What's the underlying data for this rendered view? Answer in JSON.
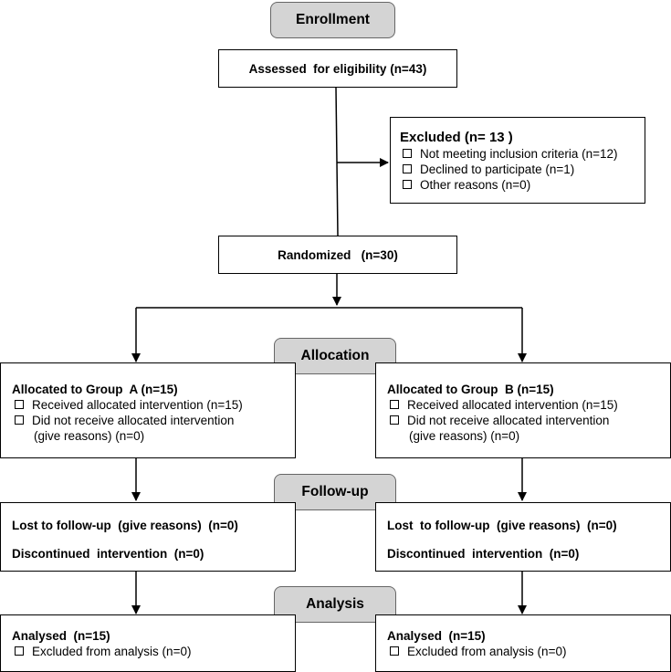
{
  "stages": {
    "enrollment": "Enrollment",
    "allocation": "Allocation",
    "follow_up": "Follow-up",
    "analysis": "Analysis"
  },
  "eligibility": "Assessed  for eligibility (n=43)",
  "excluded": {
    "title": "Excluded (n= 13 )",
    "items": [
      "Not meeting inclusion criteria (n=12)",
      "Declined to participate (n=1)",
      "Other reasons (n=0)"
    ]
  },
  "randomized": "Randomized   (n=30)",
  "group_a": {
    "allocated": "Allocated to Group  A (n=15)",
    "received": "Received allocated intervention (n=15)",
    "not_received": "Did not receive allocated intervention",
    "not_received_reason": "(give reasons) (n=0)",
    "lost": "Lost to follow-up  (give reasons)  (n=0)",
    "discontinued": "Discontinued  intervention  (n=0)",
    "analysed": "Analysed  (n=15)",
    "excluded_analysis": "Excluded from analysis (n=0)"
  },
  "group_b": {
    "allocated": "Allocated to Group  B (n=15)",
    "received": "Received allocated intervention (n=15)",
    "not_received": "Did not receive allocated intervention",
    "not_received_reason": "(give reasons) (n=0)",
    "lost": "Lost  to follow-up  (give reasons)  (n=0)",
    "discontinued": "Discontinued  intervention  (n=0)",
    "analysed": "Analysed  (n=15)",
    "excluded_analysis": "Excluded from analysis (n=0)"
  }
}
